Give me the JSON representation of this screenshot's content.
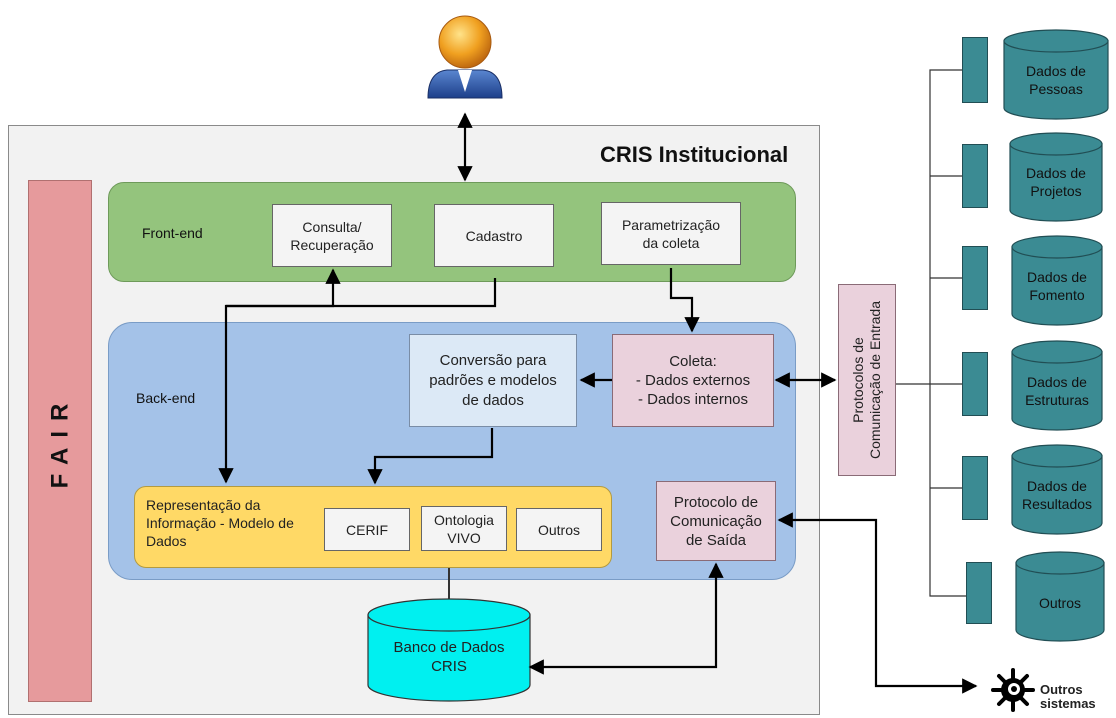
{
  "title": "CRIS Institucional",
  "fair": "FAIR",
  "frontend": {
    "label": "Front-end",
    "consulta": "Consulta/\nRecuperação",
    "cadastro": "Cadastro",
    "parametrizacao": "Parametrização\nda coleta"
  },
  "backend": {
    "label": "Back-end",
    "conversao": "Conversão para\npadrões e modelos\nde dados",
    "coleta": "Coleta:\n- Dados externos\n- Dados internos",
    "representacao": "Representação da\nInformação - Modelo de\nDados",
    "cerif": "CERIF",
    "vivo": "Ontologia\nVIVO",
    "outros": "Outros",
    "protocolo_saida": "Protocolo de\nComunicação\nde Saída"
  },
  "database": "Banco de Dados\nCRIS",
  "protocolos_entrada": "Protocolos de\nComunicação de Entrada",
  "sources": [
    "Dados de\nPessoas",
    "Dados de\nProjetos",
    "Dados de\nFomento",
    "Dados de\nEstruturas",
    "Dados de\nResultados",
    "Outros"
  ],
  "outros_sistemas": "Outros\nsistemas",
  "colors": {
    "frontend": "#94c47d",
    "backend": "#a4c2e8",
    "fair": "#e69a9c",
    "representacao": "#ffd966",
    "coleta": "#ead1dc",
    "database": "#00f0f0",
    "sources": "#3b8b93"
  },
  "icons": [
    "user-icon",
    "outros-sistemas-icon"
  ]
}
